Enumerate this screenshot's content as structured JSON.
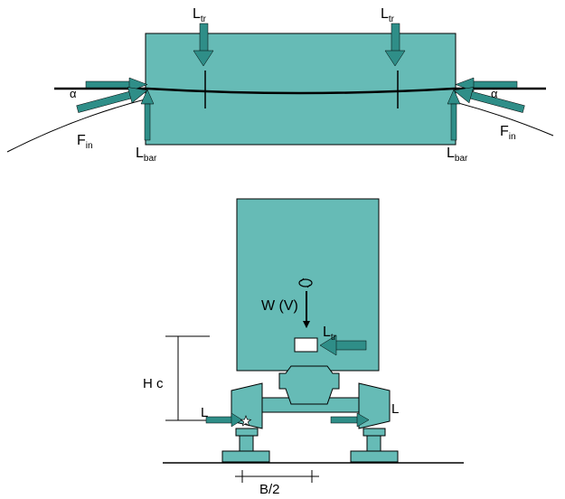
{
  "colors": {
    "fill": "#66bbb6",
    "arrow": "#2f8e88",
    "stroke": "#000000",
    "background": "#ffffff"
  },
  "top_view": {
    "ltr_left": {
      "main": "L",
      "sub": "tr"
    },
    "ltr_right": {
      "main": "L",
      "sub": "tr"
    },
    "alpha_left": "α",
    "alpha_right": "α",
    "fin_left": {
      "main": "F",
      "sub": "in"
    },
    "fin_right": {
      "main": "F",
      "sub": "in"
    },
    "lbar_left": {
      "main": "L",
      "sub": "bar"
    },
    "lbar_right": {
      "main": "L",
      "sub": "bar"
    }
  },
  "side_view": {
    "weight": "W (V)",
    "ltr": {
      "main": "L",
      "sub": "tr"
    },
    "hc": "H c",
    "l_left": "L",
    "l_right": "L",
    "half_width": "B/2",
    "icons": [
      "rotation-symbol-icon",
      "pivot-star-icon"
    ]
  }
}
